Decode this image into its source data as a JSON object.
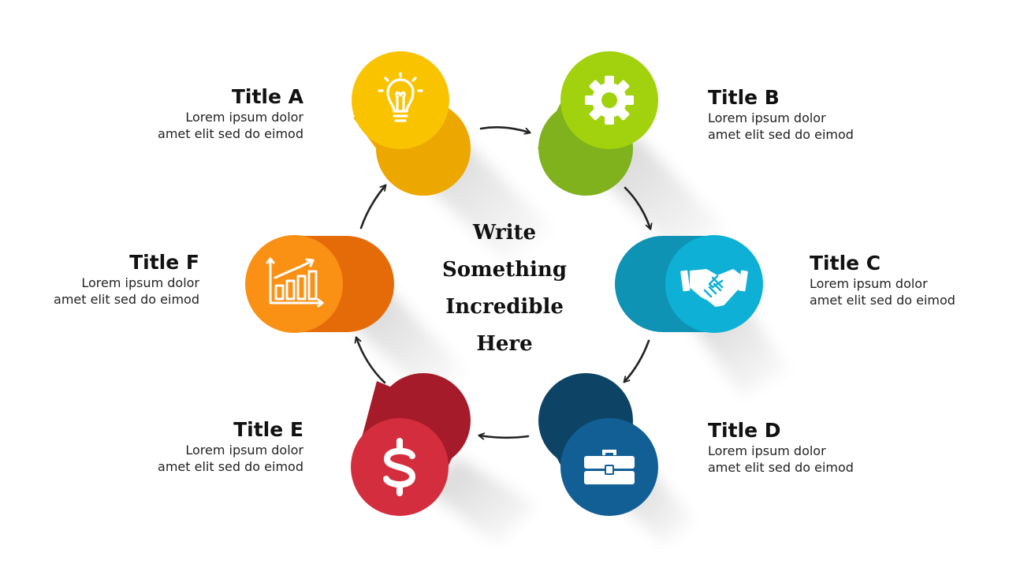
{
  "center_text": [
    "Write",
    "Something",
    "Incredible",
    "Here"
  ],
  "steps": [
    {
      "id": "a",
      "title": "Title A",
      "desc": [
        "Lorem ipsum dolor",
        "amet elit sed do eimod"
      ],
      "icon": "lightbulb-icon",
      "color": "#f9c300",
      "side": "#eda800"
    },
    {
      "id": "b",
      "title": "Title B",
      "desc": [
        "Lorem ipsum dolor",
        "amet elit sed do eimod"
      ],
      "icon": "gear-icon",
      "color": "#a2d20e",
      "side": "#7fb21c"
    },
    {
      "id": "c",
      "title": "Title C",
      "desc": [
        "Lorem ipsum dolor",
        "amet elit sed do eimod"
      ],
      "icon": "handshake-icon",
      "color": "#0fb0d6",
      "side": "#0e93b4"
    },
    {
      "id": "d",
      "title": "Title D",
      "desc": [
        "Lorem ipsum dolor",
        "amet elit sed do eimod"
      ],
      "icon": "briefcase-icon",
      "color": "#125f96",
      "side": "#0d4466"
    },
    {
      "id": "e",
      "title": "Title E",
      "desc": [
        "Lorem ipsum dolor",
        "amet elit sed do eimod"
      ],
      "icon": "dollar-icon",
      "color": "#d42e3e",
      "side": "#a61b2a"
    },
    {
      "id": "f",
      "title": "Title F",
      "desc": [
        "Lorem ipsum dolor",
        "amet elit sed do eimod"
      ],
      "icon": "growth-chart-icon",
      "color": "#fa9114",
      "side": "#e56b08"
    }
  ]
}
